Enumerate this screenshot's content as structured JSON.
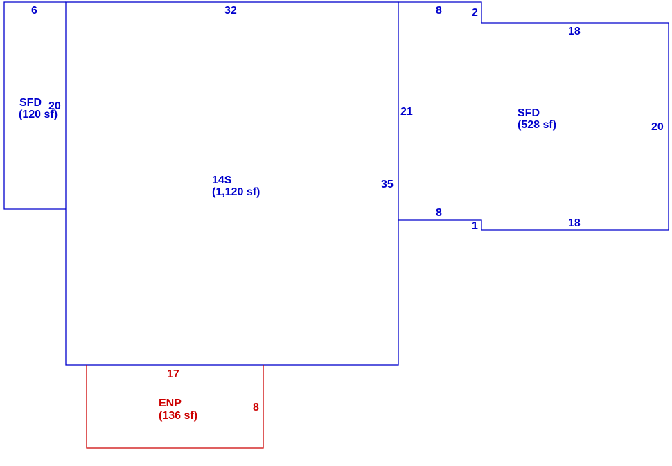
{
  "colors": {
    "living": "#0000cc",
    "porch": "#cc0000"
  },
  "areas": {
    "left_sfd": {
      "code": "SFD",
      "area": "(120 sf)"
    },
    "main_14s": {
      "code": "14S",
      "area": "(1,120 sf)"
    },
    "right_sfd": {
      "code": "SFD",
      "area": "(528 sf)"
    },
    "enp": {
      "code": "ENP",
      "area": "(136 sf)"
    }
  },
  "dimensions": {
    "left_sfd_top": "6",
    "left_sfd_side": "20",
    "main_top": "32",
    "main_right": "35",
    "right_upper_stub": "8",
    "right_upper_jog": "2",
    "right_top": "18",
    "right_left": "21",
    "right_right": "20",
    "right_lower_stub": "8",
    "right_lower_jog": "1",
    "right_bottom": "18",
    "enp_top": "17",
    "enp_right": "8"
  }
}
